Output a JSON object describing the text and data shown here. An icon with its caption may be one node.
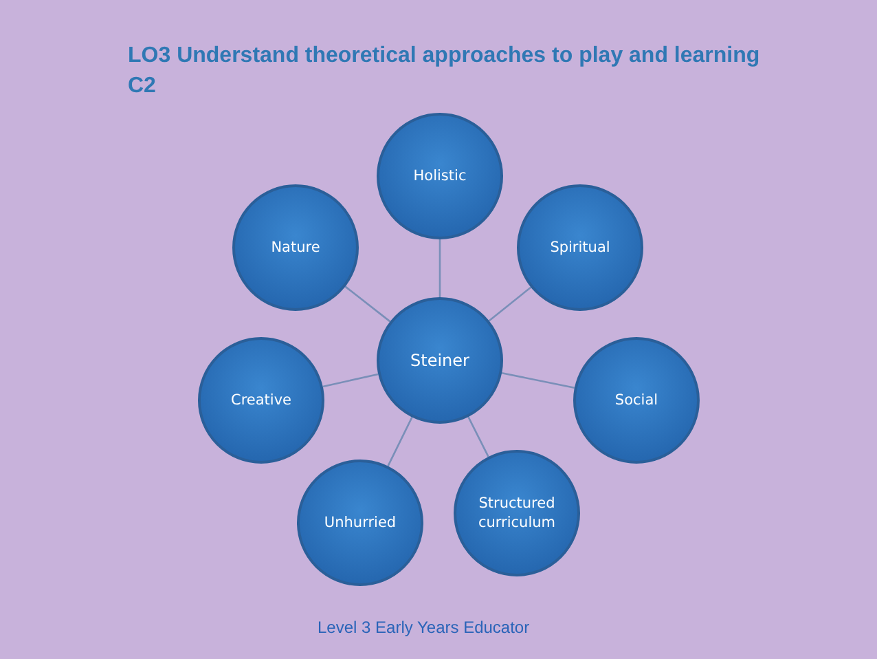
{
  "diagram": {
    "title": "LO3 Understand theoretical approaches to play and learning C2",
    "nodes": [
      {
        "text": [
          "Steiner"
        ]
      },
      {
        "text": [
          "Holistic"
        ]
      },
      {
        "text": [
          "Spiritual"
        ]
      },
      {
        "text": [
          "Social"
        ]
      },
      {
        "text": [
          "Structured curriculum"
        ]
      },
      {
        "text": [
          "Unhurried"
        ]
      },
      {
        "text": [
          "Creative"
        ]
      },
      {
        "text": [
          "Nature"
        ]
      }
    ],
    "edges": [
      {
        "from": 0,
        "to": 1,
        "arrow": "none"
      },
      {
        "from": 0,
        "to": 2,
        "arrow": "none"
      },
      {
        "from": 0,
        "to": 3,
        "arrow": "none"
      },
      {
        "from": 0,
        "to": 4,
        "arrow": "none"
      },
      {
        "from": 0,
        "to": 5,
        "arrow": "none"
      },
      {
        "from": 0,
        "to": 6,
        "arrow": "none"
      },
      {
        "from": 0,
        "to": 7,
        "arrow": "none"
      }
    ],
    "labels": [
      "Level 3 Early Years Educator"
    ]
  }
}
